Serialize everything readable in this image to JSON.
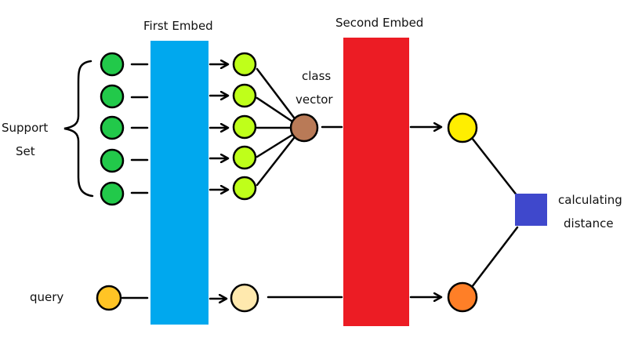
{
  "labels": {
    "first_embed": "First Embed",
    "second_embed": "Second Embed",
    "class_vector_line1": "class",
    "class_vector_line2": "vector",
    "support_set_line1": "Support",
    "support_set_line2": "Set",
    "query": "query",
    "calculating_line1": "calculating",
    "calculating_line2": "distance"
  },
  "colors": {
    "first_embed_bar": "#00a8ee",
    "second_embed_bar": "#ec1c24",
    "support_node": "#22c94a",
    "embedded_support_node": "#bfff1a",
    "class_vector_node": "#b97a57",
    "embedded_class_node": "#ffee00",
    "query_node": "#ffc425",
    "embedded_query_node": "#ffe9ae",
    "embedded_query_second_node": "#ff7f27",
    "distance_box": "#3f48cc",
    "stroke": "#000000"
  }
}
